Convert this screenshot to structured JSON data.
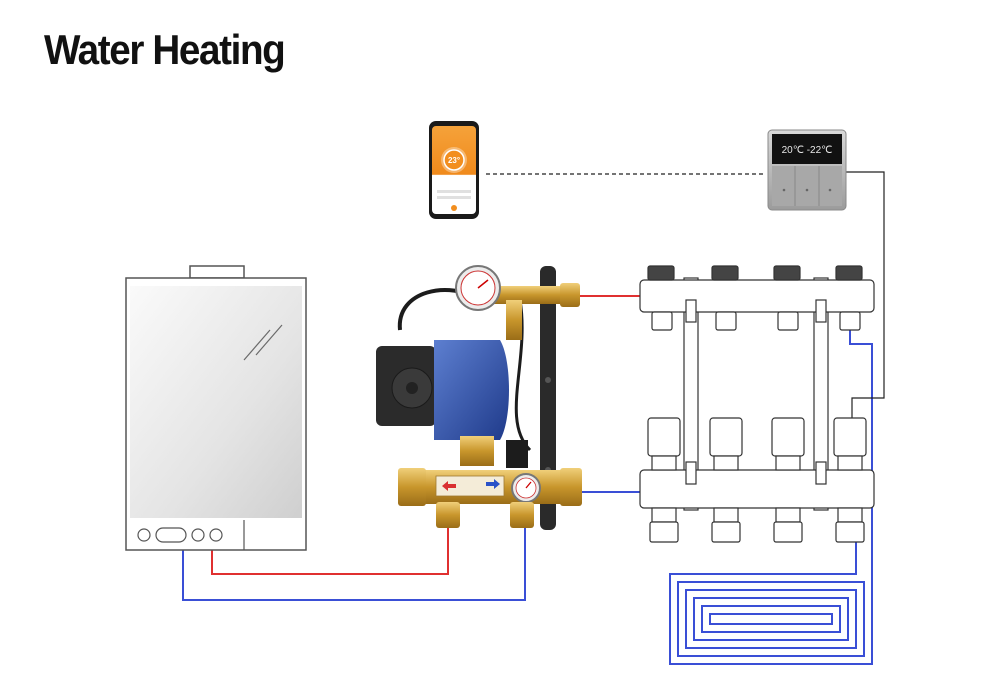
{
  "title": "Water Heating",
  "phone": {
    "temperature": "23°"
  },
  "thermostat": {
    "display": "20℃ -22℃"
  },
  "pipe_colors": {
    "supply": "#e03030",
    "return": "#3a4fd6",
    "signal": "#222222"
  }
}
